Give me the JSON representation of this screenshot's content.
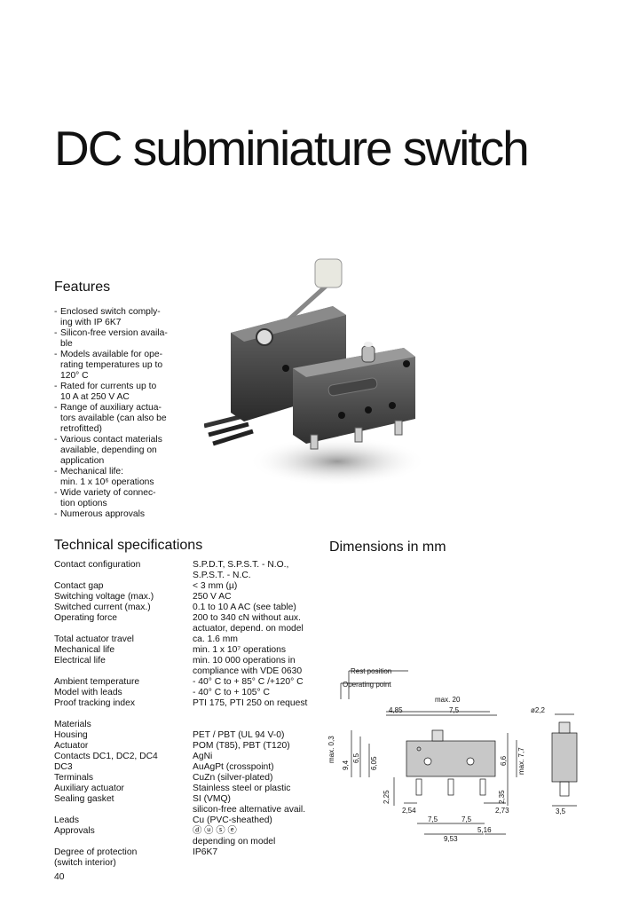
{
  "title": "DC subminiature switch",
  "features": {
    "heading": "Features",
    "items": [
      "Enclosed switch comply-\ning with IP 6K7",
      "Silicon-free version availa-\nble",
      "Models available for ope-\nrating temperatures up to\n120° C",
      "Rated for currents up to\n10 A at 250 V AC",
      "Range of auxiliary actua-\ntors available (can also be\nretrofitted)",
      "Various contact materials\navailable, depending on\napplication",
      "Mechanical life:\nmin. 1 x 10⁶ operations",
      "Wide variety of connec-\ntion options",
      "Numerous approvals"
    ]
  },
  "specs": {
    "heading": "Technical specifications",
    "rows": [
      {
        "label": "Contact configuration",
        "value": "S.P.D.T, S.P.S.T. - N.O.,\nS.P.S.T. - N.C."
      },
      {
        "label": "Contact gap",
        "value": "< 3 mm (µ)"
      },
      {
        "label": "Switching voltage (max.)",
        "value": "250 V AC"
      },
      {
        "label": "Switched current (max.)",
        "value": "0.1 to 10 A AC (see table)"
      },
      {
        "label": "Operating force",
        "value": "200 to 340 cN without aux.\nactuator, depend. on model"
      },
      {
        "label": "Total actuator travel",
        "value": "ca. 1.6 mm"
      },
      {
        "label": "Mechanical life",
        "value": "min. 1 x 10⁷ operations"
      },
      {
        "label": "Electrical life",
        "value": "min. 10 000 operations in\ncompliance with VDE 0630"
      },
      {
        "label": "Ambient temperature",
        "value": "- 40° C to + 85° C /+120° C"
      },
      {
        "label": "Model with leads",
        "value": "- 40° C to + 105° C"
      },
      {
        "label": "Proof tracking index",
        "value": "PTI 175, PTI 250 on request"
      },
      {
        "label": "",
        "value": ""
      },
      {
        "label": "Materials",
        "value": ""
      },
      {
        "label": "Housing",
        "value": "PET / PBT (UL 94 V-0)"
      },
      {
        "label": "Actuator",
        "value": "POM (T85), PBT (T120)"
      },
      {
        "label": "Contacts DC1, DC2, DC4",
        "value": "AgNi"
      },
      {
        "label": "DC3",
        "value": "AuAgPt (crosspoint)"
      },
      {
        "label": "Terminals",
        "value": "CuZn (silver-plated)"
      },
      {
        "label": "Auxiliary actuator",
        "value": "Stainless steel or plastic"
      },
      {
        "label": "Sealing gasket",
        "value": "SI (VMQ)\nsilicon-free alternative avail."
      },
      {
        "label": "Leads",
        "value": "Cu (PVC-sheathed)"
      },
      {
        "label": "Approvals",
        "value": "ⓓ ⓤ ⓢ ⓔ\ndepending on model"
      },
      {
        "label": "Degree of protection\n(switch interior)",
        "value": "IP6K7"
      }
    ]
  },
  "dimensions": {
    "heading": "Dimensions in mm",
    "labels": {
      "rest_position": "Rest position",
      "operating_point": "Operating point",
      "max20": "max. 20",
      "d485": "4,85",
      "d75top": "7,5",
      "d22": "ø2,2",
      "maxleft": "max. 0,3",
      "d94": "9,4",
      "d65": "6,5",
      "d605": "6,05",
      "d66": "6,6",
      "max77": "max. 7,7",
      "d225": "2,25",
      "d235": "2,35",
      "d254": "2,54",
      "d273": "2,73",
      "d35": "3,5",
      "d75a": "7,5",
      "d75b": "7,5",
      "d953": "9,53",
      "d516": "5,16"
    }
  },
  "page_number": "40"
}
